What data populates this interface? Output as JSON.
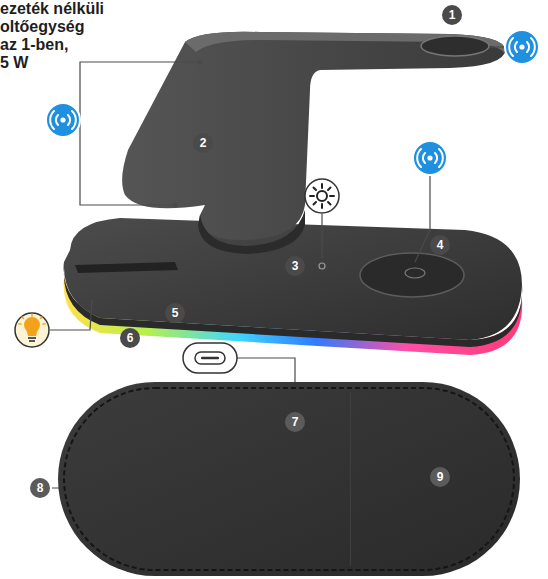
{
  "diagram": {
    "labels": [
      "ezeték nélküli",
      "oltőegység",
      "az 1-ben,",
      "5 W",
      "1",
      "2",
      "3",
      "4",
      "5",
      "6",
      "7",
      "8",
      "9"
    ]
  }
}
